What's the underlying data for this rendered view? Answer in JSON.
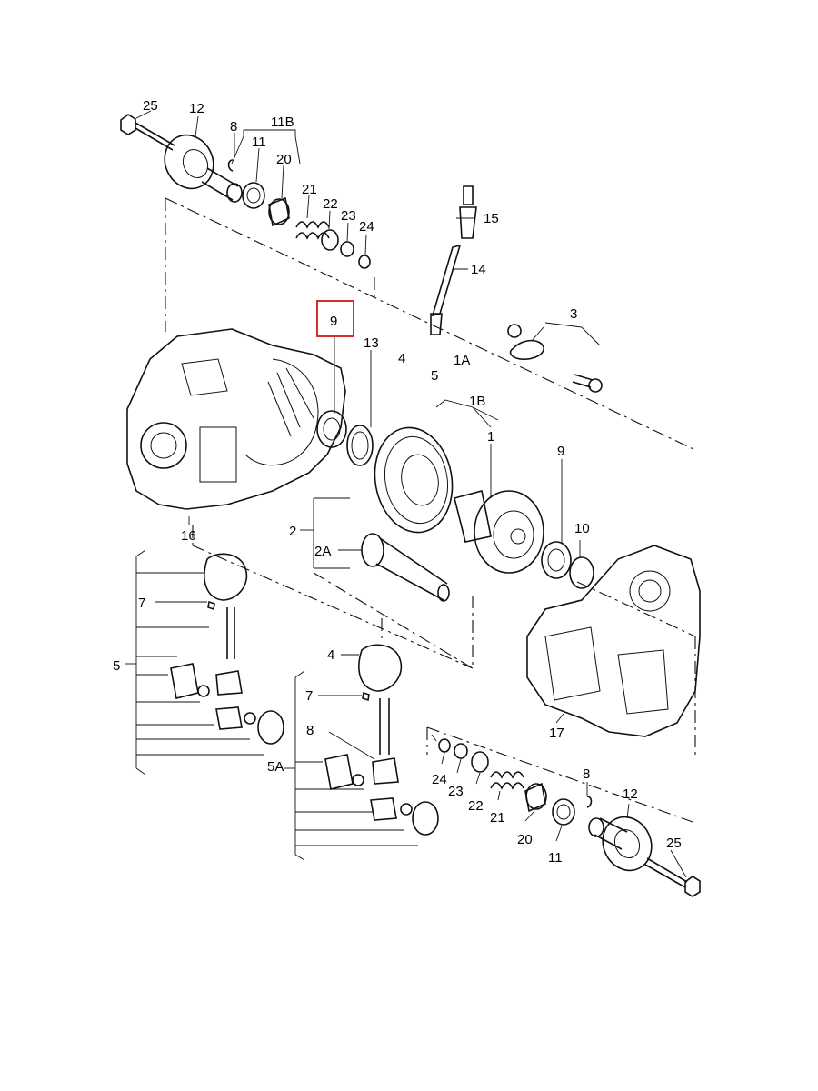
{
  "diagram": {
    "labels": {
      "l25a": "25",
      "l12a": "12",
      "l8a": "8",
      "l11Ba": "11B",
      "l11a": "11",
      "l20a": "20",
      "l21a": "21",
      "l22a": "22",
      "l23a": "23",
      "l24a": "24",
      "l15": "15",
      "l14": "14",
      "l3": "3",
      "l9a": "9",
      "l13": "13",
      "l4a": "4",
      "l1A": "1A",
      "l5a": "5",
      "l1B": "1B",
      "l1": "1",
      "l9b": "9",
      "l10": "10",
      "l16": "16",
      "l2": "2",
      "l2A": "2A",
      "l7a": "7",
      "l5b": "5",
      "l4b": "4",
      "l7b": "7",
      "l8b": "8",
      "l5A": "5A",
      "l17": "17",
      "l24b": "24",
      "l23b": "23",
      "l22b": "22",
      "l21b": "21",
      "l20b": "20",
      "l11b": "11",
      "l8c": "8",
      "l12b": "12",
      "l25b": "25"
    },
    "highlight_color": "#d62d2d",
    "line_color": "#111111"
  }
}
